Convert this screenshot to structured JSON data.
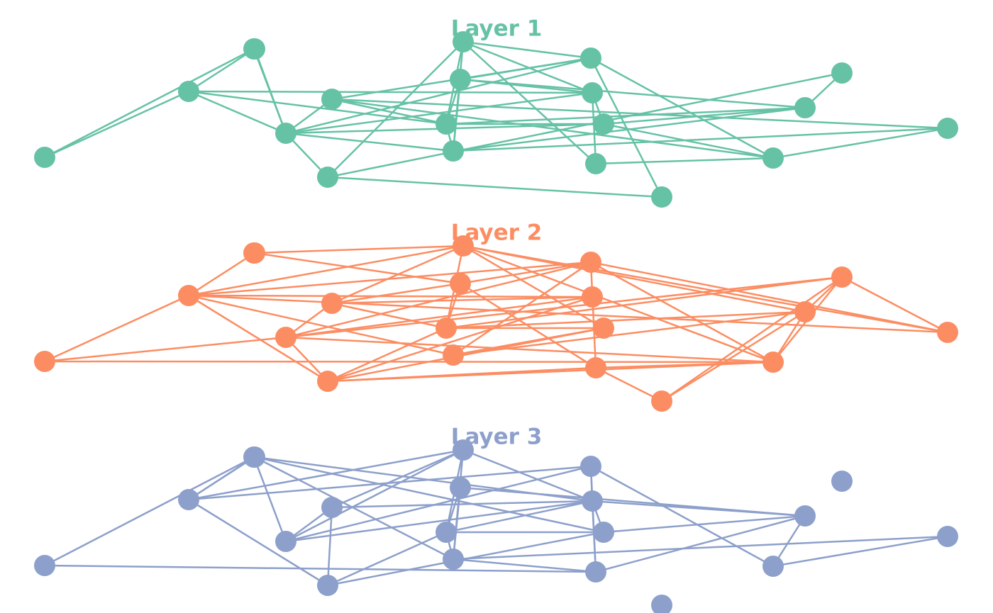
{
  "diagram": {
    "type": "multilayer-network",
    "node_count": 20,
    "layers": [
      {
        "title": "Layer 1",
        "color": "#66c2a5",
        "edges": [
          [
            0,
            1
          ],
          [
            0,
            2
          ],
          [
            1,
            4
          ],
          [
            2,
            3
          ],
          [
            2,
            4
          ],
          [
            2,
            7
          ],
          [
            2,
            11
          ],
          [
            3,
            4
          ],
          [
            4,
            5
          ],
          [
            4,
            6
          ],
          [
            4,
            9
          ],
          [
            4,
            11
          ],
          [
            4,
            12
          ],
          [
            4,
            14
          ],
          [
            5,
            7
          ],
          [
            5,
            12
          ],
          [
            5,
            16
          ],
          [
            5,
            17
          ],
          [
            6,
            10
          ],
          [
            6,
            18
          ],
          [
            6,
            19
          ],
          [
            7,
            8
          ],
          [
            7,
            9
          ],
          [
            7,
            10
          ],
          [
            7,
            14
          ],
          [
            7,
            15
          ],
          [
            8,
            9
          ],
          [
            8,
            11
          ],
          [
            8,
            12
          ],
          [
            8,
            15
          ],
          [
            9,
            10
          ],
          [
            9,
            15
          ],
          [
            9,
            17
          ],
          [
            10,
            11
          ],
          [
            10,
            12
          ],
          [
            10,
            13
          ],
          [
            11,
            13
          ],
          [
            11,
            14
          ],
          [
            12,
            16
          ],
          [
            12,
            19
          ],
          [
            13,
            16
          ],
          [
            14,
            15
          ],
          [
            14,
            16
          ],
          [
            15,
            18
          ],
          [
            16,
            17
          ]
        ]
      },
      {
        "title": "Layer 2",
        "color": "#fc8d62",
        "edges": [
          [
            0,
            2
          ],
          [
            0,
            4
          ],
          [
            0,
            16
          ],
          [
            2,
            3
          ],
          [
            2,
            6
          ],
          [
            2,
            9
          ],
          [
            2,
            10
          ],
          [
            2,
            11
          ],
          [
            2,
            12
          ],
          [
            2,
            17
          ],
          [
            3,
            8
          ],
          [
            3,
            10
          ],
          [
            4,
            5
          ],
          [
            4,
            6
          ],
          [
            4,
            11
          ],
          [
            4,
            12
          ],
          [
            4,
            16
          ],
          [
            4,
            18
          ],
          [
            5,
            7
          ],
          [
            5,
            8
          ],
          [
            5,
            10
          ],
          [
            5,
            11
          ],
          [
            6,
            7
          ],
          [
            6,
            11
          ],
          [
            6,
            13
          ],
          [
            6,
            14
          ],
          [
            6,
            16
          ],
          [
            7,
            8
          ],
          [
            7,
            10
          ],
          [
            7,
            14
          ],
          [
            7,
            15
          ],
          [
            7,
            18
          ],
          [
            8,
            12
          ],
          [
            8,
            13
          ],
          [
            9,
            12
          ],
          [
            9,
            14
          ],
          [
            9,
            15
          ],
          [
            10,
            14
          ],
          [
            10,
            15
          ],
          [
            10,
            16
          ],
          [
            10,
            17
          ],
          [
            12,
            13
          ],
          [
            12,
            16
          ],
          [
            12,
            17
          ],
          [
            13,
            16
          ],
          [
            13,
            19
          ],
          [
            15,
            16
          ],
          [
            15,
            18
          ],
          [
            15,
            19
          ],
          [
            16,
            18
          ],
          [
            17,
            18
          ],
          [
            18,
            19
          ]
        ]
      },
      {
        "title": "Layer 3",
        "color": "#8da0cb",
        "edges": [
          [
            0,
            1
          ],
          [
            0,
            13
          ],
          [
            1,
            2
          ],
          [
            1,
            4
          ],
          [
            2,
            3
          ],
          [
            2,
            6
          ],
          [
            2,
            10
          ],
          [
            2,
            12
          ],
          [
            3,
            9
          ],
          [
            3,
            11
          ],
          [
            3,
            14
          ],
          [
            4,
            5
          ],
          [
            4,
            10
          ],
          [
            4,
            11
          ],
          [
            4,
            12
          ],
          [
            5,
            6
          ],
          [
            5,
            10
          ],
          [
            5,
            11
          ],
          [
            6,
            7
          ],
          [
            6,
            14
          ],
          [
            7,
            8
          ],
          [
            7,
            9
          ],
          [
            7,
            10
          ],
          [
            7,
            11
          ],
          [
            7,
            14
          ],
          [
            8,
            9
          ],
          [
            8,
            15
          ],
          [
            9,
            10
          ],
          [
            9,
            13
          ],
          [
            9,
            17
          ],
          [
            10,
            11
          ],
          [
            11,
            12
          ],
          [
            11,
            13
          ],
          [
            11,
            14
          ],
          [
            11,
            15
          ],
          [
            12,
            13
          ],
          [
            12,
            16
          ],
          [
            13,
            15
          ],
          [
            14,
            15
          ],
          [
            15,
            16
          ],
          [
            16,
            17
          ]
        ]
      }
    ]
  }
}
